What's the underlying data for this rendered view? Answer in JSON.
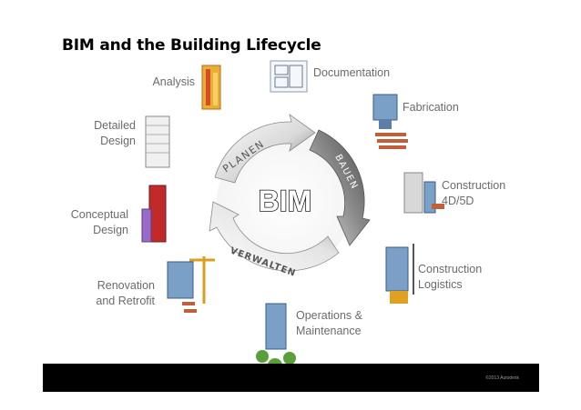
{
  "title": "BIM and the Building Lifecycle",
  "center_label": "BIM",
  "arrows": {
    "top": "PLANEN",
    "right": "BAUEN",
    "bottom": "VERWALTEN"
  },
  "stages": {
    "analysis": "Analysis",
    "documentation": "Documentation",
    "fabrication": "Fabrication",
    "detailed_design": [
      "Detailed",
      "Design"
    ],
    "construction_4d": [
      "Construction",
      "4D/5D"
    ],
    "conceptual_design": [
      "Conceptual",
      "Design"
    ],
    "construction_logistics": [
      "Construction",
      "Logistics"
    ],
    "renovation": [
      "Renovation",
      "and Retrofit"
    ],
    "operations": [
      "Operations &",
      "Maintenance"
    ]
  },
  "copyright": "©2013 Autodesk",
  "colors": {
    "arrow_light": "#f2f2f2",
    "arrow_dark": "#555555",
    "label_gray": "#6b6b6b",
    "bar": "#000000"
  }
}
